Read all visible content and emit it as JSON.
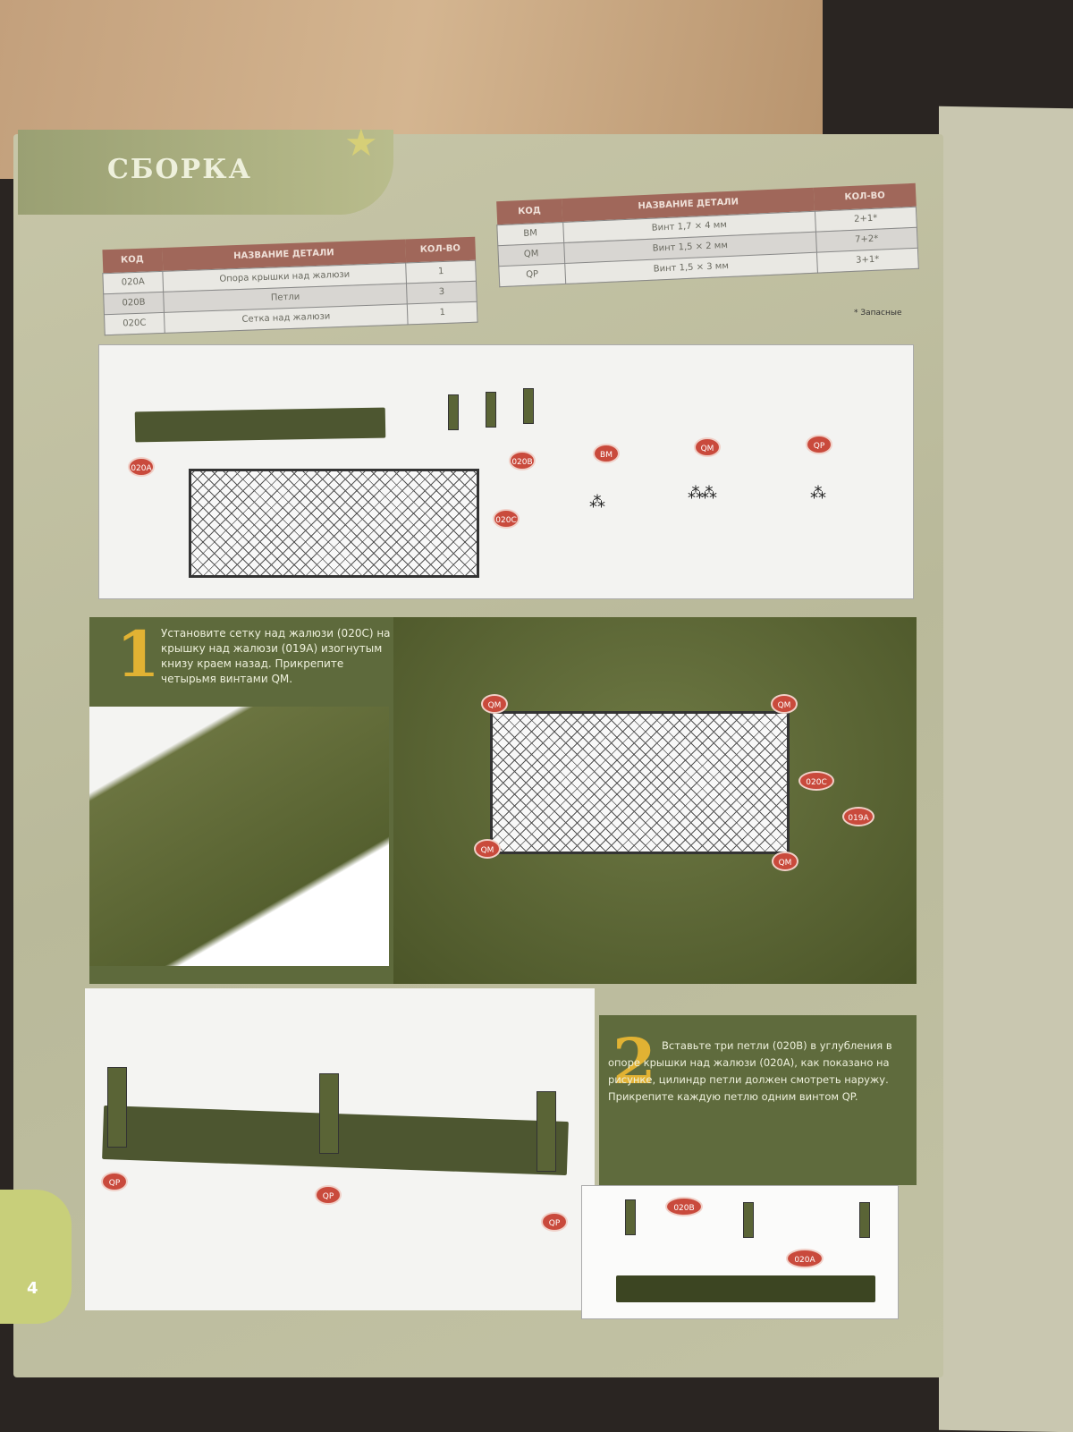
{
  "header": {
    "title": "СБОРКА"
  },
  "parts_table": {
    "headers": [
      "КОД",
      "НАЗВАНИЕ ДЕТАЛИ",
      "КОЛ-ВО"
    ],
    "rows": [
      {
        "code": "020A",
        "name": "Опора крышки над жалюзи",
        "qty": "1"
      },
      {
        "code": "020B",
        "name": "Петли",
        "qty": "3"
      },
      {
        "code": "020C",
        "name": "Сетка над жалюзи",
        "qty": "1"
      }
    ]
  },
  "screws_table": {
    "headers": [
      "КОД",
      "НАЗВАНИЕ ДЕТАЛИ",
      "КОЛ-ВО"
    ],
    "rows": [
      {
        "code": "BM",
        "name": "Винт 1,7 × 4 мм",
        "qty": "2+1*"
      },
      {
        "code": "QM",
        "name": "Винт 1,5 × 2 мм",
        "qty": "7+2*"
      },
      {
        "code": "QP",
        "name": "Винт 1,5 × 3 мм",
        "qty": "3+1*"
      }
    ],
    "note": "* Запасные"
  },
  "parts_labels": {
    "a": "020A",
    "b": "020B",
    "c": "020C",
    "bm": "BM",
    "qm": "QM",
    "qp": "QP"
  },
  "step1": {
    "number": "1",
    "text": "Установите сетку над жалюзи (020C) на крышку над жалюзи (019A) изогнутым книзу краем назад. Прикрепите четырьмя винтами QM.",
    "labels": {
      "qm": "QM",
      "mesh": "020C",
      "cover": "019A"
    }
  },
  "step2": {
    "number": "2",
    "text": "Вставьте три петли (020B) в углубления в опоре крышки над жалюзи (020A), как показано на рисунке, цилиндр петли должен смотреть наружу. Прикрепите каждую петлю одним винтом QP.",
    "labels": {
      "qp": "QP",
      "hinge": "020B",
      "support": "020A"
    }
  },
  "page_number": "4"
}
